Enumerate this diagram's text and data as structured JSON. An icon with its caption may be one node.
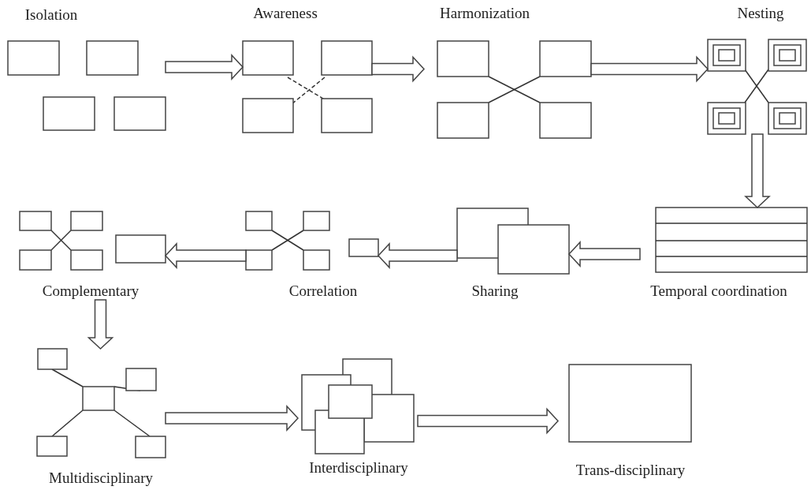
{
  "diagram": {
    "nodes": [
      {
        "text": [
          "Isolation"
        ]
      },
      {
        "text": [
          "Awareness"
        ]
      },
      {
        "text": [
          "Harmonization"
        ]
      },
      {
        "text": [
          "Nesting"
        ]
      },
      {
        "text": [
          "Temporal coordination"
        ]
      },
      {
        "text": [
          "Sharing"
        ]
      },
      {
        "text": [
          "Correlation"
        ]
      },
      {
        "text": [
          "Complementary"
        ]
      },
      {
        "text": [
          "Multidisciplinary"
        ]
      },
      {
        "text": [
          "Interdisciplinary"
        ]
      },
      {
        "text": [
          "Trans-disciplinary"
        ]
      }
    ],
    "edges": [
      {
        "from": 0,
        "to": 1,
        "arrow": "to"
      },
      {
        "from": 1,
        "to": 2,
        "arrow": "to"
      },
      {
        "from": 2,
        "to": 3,
        "arrow": "to"
      },
      {
        "from": 3,
        "to": 4,
        "arrow": "to"
      },
      {
        "from": 4,
        "to": 5,
        "arrow": "to"
      },
      {
        "from": 5,
        "to": 6,
        "arrow": "to"
      },
      {
        "from": 6,
        "to": 7,
        "arrow": "to"
      },
      {
        "from": 7,
        "to": 8,
        "arrow": "to"
      },
      {
        "from": 8,
        "to": 9,
        "arrow": "to"
      },
      {
        "from": 9,
        "to": 10,
        "arrow": "to"
      }
    ]
  }
}
